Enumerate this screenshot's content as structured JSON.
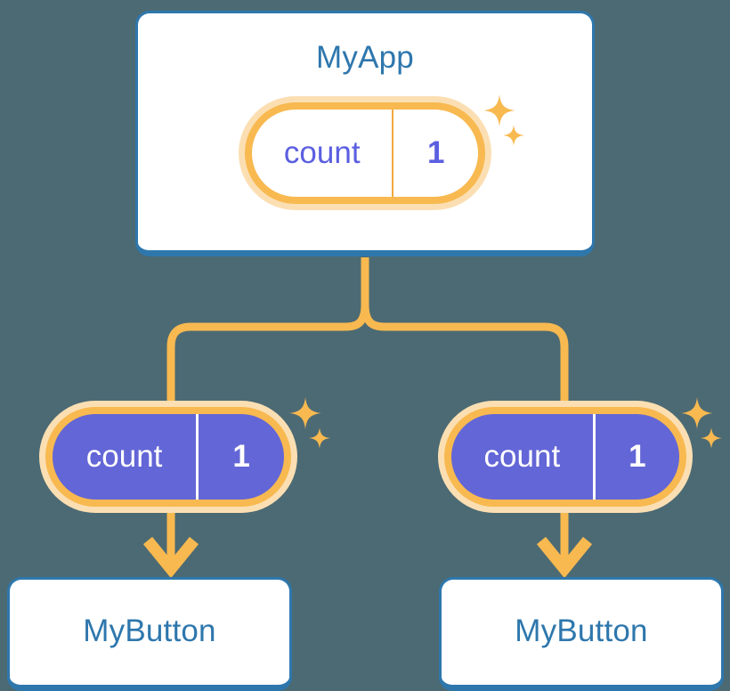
{
  "diagram": {
    "type": "component-state-propagation-tree",
    "background_color": "#4c6a73",
    "accent_colors": {
      "card_border": "#2e77ad",
      "card_title": "#2e77ad",
      "pill_ring": "#f8b950",
      "pill_halo": "#fbdfb3",
      "pill_fill_solid": "#6366d6",
      "pill_text_light": "#5b5fe0",
      "connector": "#f8b950"
    }
  },
  "root": {
    "title": "MyApp",
    "state_pill": {
      "key": "count",
      "value": "1",
      "style": "outline"
    },
    "sparkle_label": "sparkle-icon"
  },
  "children": [
    {
      "title": "MyButton",
      "state_pill": {
        "key": "count",
        "value": "1",
        "style": "solid"
      }
    },
    {
      "title": "MyButton",
      "state_pill": {
        "key": "count",
        "value": "1",
        "style": "solid"
      }
    }
  ]
}
